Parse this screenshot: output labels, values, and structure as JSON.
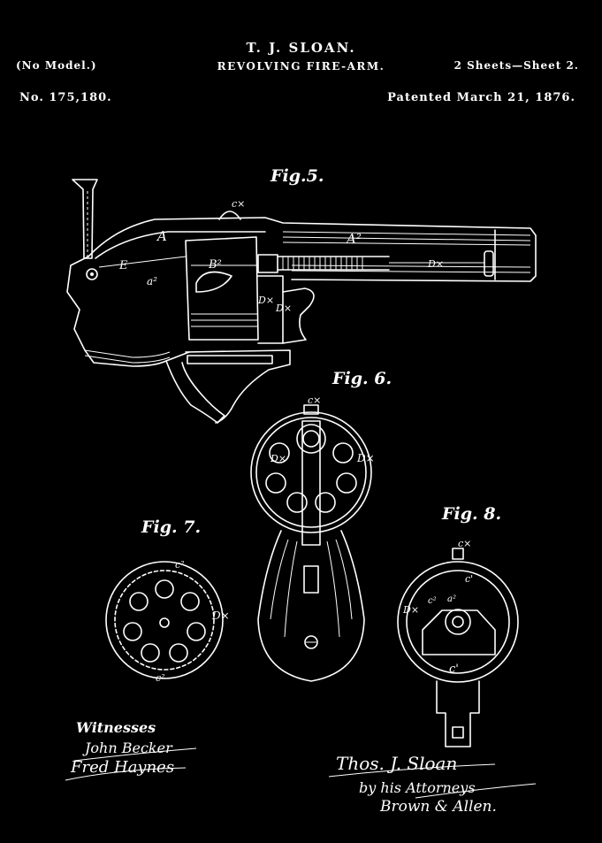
{
  "header": {
    "inventor": "T. J. SLOAN.",
    "model_note": "(No Model.)",
    "title": "REVOLVING FIRE-ARM.",
    "sheets": "2 Sheets—Sheet 2.",
    "patent_number": "No. 175,180.",
    "patent_date": "Patented March 21, 1876."
  },
  "figures": {
    "fig5": {
      "label": "Fig.5.",
      "refs": [
        "c×",
        "A",
        "A²",
        "E",
        "B²",
        "a²",
        "D×",
        "D×",
        "D×"
      ]
    },
    "fig6": {
      "label": "Fig. 6.",
      "refs": [
        "c×",
        "D×",
        "D×"
      ]
    },
    "fig7": {
      "label": "Fig. 7.",
      "refs": [
        "c²",
        "D×",
        "c²"
      ]
    },
    "fig8": {
      "label": "Fig. 8.",
      "refs": [
        "c×",
        "D×",
        "c²",
        "a²",
        "c'",
        "c'"
      ]
    }
  },
  "witnesses": {
    "heading": "Witnesses",
    "signatures": [
      "John Becker",
      "Fred Haynes"
    ]
  },
  "inventor_signature": {
    "name": "Thos. J. Sloan",
    "by_line": "by his Attorneys",
    "attorneys": "Brown & Allen."
  },
  "colors": {
    "background": "#000000",
    "ink": "#ffffff"
  }
}
